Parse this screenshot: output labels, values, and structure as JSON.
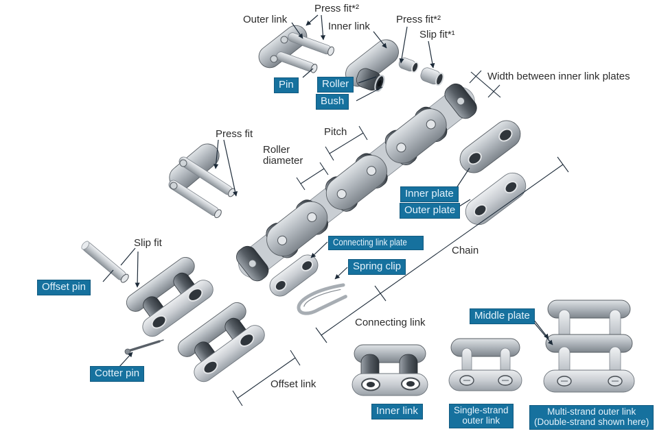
{
  "title": "Roller chain construction diagram",
  "palette": {
    "background": "#ffffff",
    "label_box_bg": "#16719e",
    "label_box_border": "#115a80",
    "label_box_text": "#e4f2fb",
    "label_text": "#2b2b2b",
    "line_color": "#1d2b39",
    "metal_light": "#dfe3e6",
    "metal_mid": "#b3b9bf",
    "metal_dark": "#4e545a"
  },
  "labels": {
    "outer_link": "Outer link",
    "press_fit_top1": "Press fit*²",
    "inner_link_top": "Inner link",
    "press_fit_top2": "Press fit*²",
    "slip_fit_top": "Slip fit*¹",
    "width_between": "Width between inner link plates",
    "press_fit_mid": "Press fit",
    "pitch": "Pitch",
    "roller_diameter": "Roller diameter",
    "chain": "Chain",
    "slip_fit_mid": "Slip fit",
    "connecting_link": "Connecting link",
    "offset_link": "Offset link"
  },
  "boxes": {
    "pin": "Pin",
    "roller": "Roller",
    "bush": "Bush",
    "inner_plate": "Inner plate",
    "outer_plate": "Outer plate",
    "connecting_link_plate": "Connecting link plate",
    "spring_clip": "Spring clip",
    "offset_pin": "Offset pin",
    "cotter_pin": "Cotter pin",
    "middle_plate": "Middle plate",
    "inner_link_bottom": "Inner link",
    "single_strand_line1": "Single-strand",
    "single_strand_line2": "outer link",
    "multi_strand_line1": "Multi-strand outer link",
    "multi_strand_line2": "(Double-strand shown here)"
  }
}
